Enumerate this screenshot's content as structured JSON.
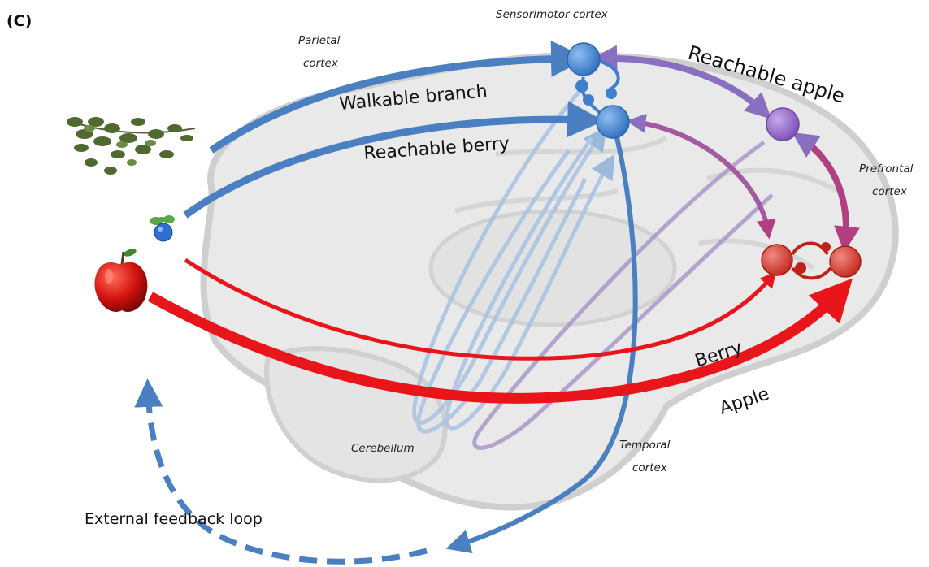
{
  "panel_label": "(C)",
  "regions": {
    "sensorimotor": "Sensorimotor cortex",
    "parietal_line1": "Parietal",
    "parietal_line2": "cortex",
    "prefrontal_line1": "Prefrontal",
    "prefrontal_line2": "cortex",
    "cerebellum": "Cerebellum",
    "temporal_line1": "Temporal",
    "temporal_line2": "cortex"
  },
  "pathways": {
    "walkable_branch": "Walkable branch",
    "reachable_berry": "Reachable berry",
    "reachable_apple": "Reachable apple",
    "berry": "Berry",
    "apple": "Apple"
  },
  "loop_label": "External feedback loop",
  "colors": {
    "dorsal_blue": "#4a7fc1",
    "node_blue": "#3f7fd0",
    "purple": "#8a5fb8",
    "ventral_red": "#e8151b",
    "node_red": "#d0302c",
    "brain_fill": "#e8e8e8",
    "brain_line": "#cfcfcf"
  },
  "objects": [
    "branch-with-leaves",
    "blue-berry",
    "red-apple"
  ]
}
